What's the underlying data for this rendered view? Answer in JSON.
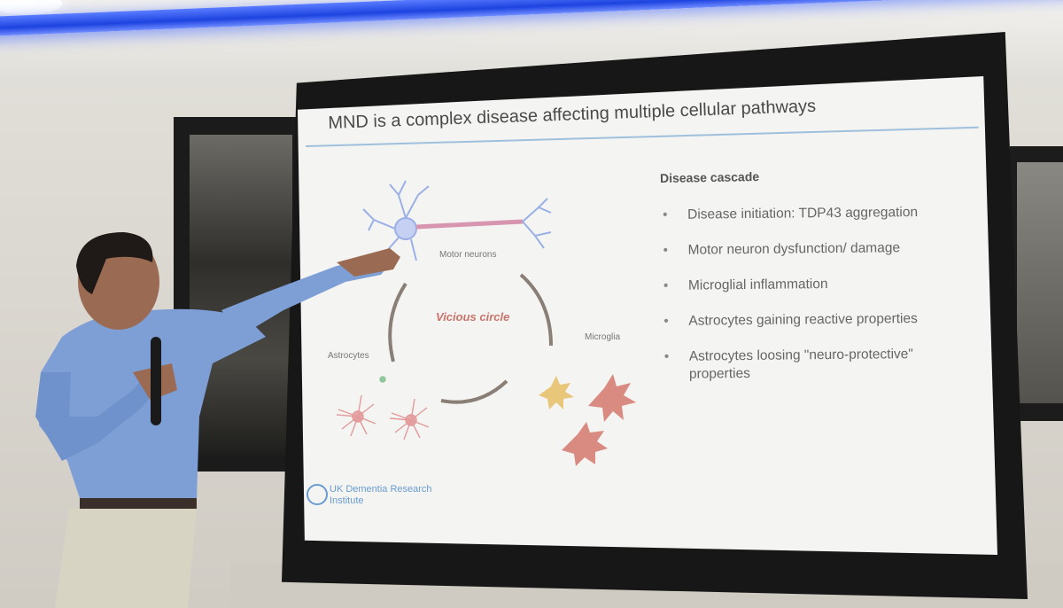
{
  "slide": {
    "title": "MND is a complex disease affecting multiple cellular pathways",
    "section_heading": "Disease cascade",
    "bullets": [
      "Disease initiation: TDP43 aggregation",
      "Motor neuron dysfunction/ damage",
      "Microglial inflammation",
      "Astrocytes gaining reactive properties",
      "Astrocytes loosing \"neuro-protective\" properties"
    ],
    "diagram": {
      "center_label": "Vicious circle",
      "motor_neurons_label": "Motor neurons",
      "microglia_label": "Microglia",
      "astrocytes_label": "Astrocytes"
    },
    "logo_text": "UK Dementia Research Institute"
  },
  "colors": {
    "led_strip": "#1d43e0",
    "screen": "#f4f4f2",
    "title_rule": "#9fc0dc",
    "accent_text": "#c9746b",
    "shirt": "#7d9fd6",
    "trousers": "#d8d4c3"
  }
}
